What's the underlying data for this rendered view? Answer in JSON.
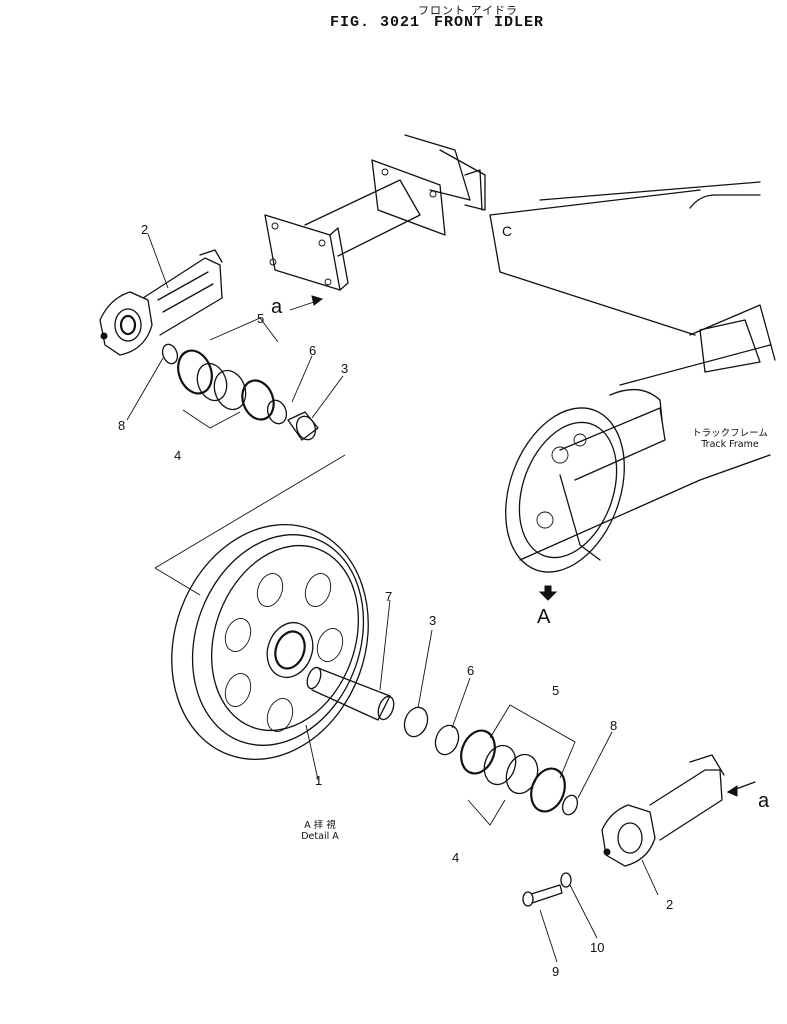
{
  "title": {
    "japanese": "フロント アイドラ",
    "figure": "FIG. 3021",
    "name": "FRONT IDLER"
  },
  "callouts": [
    {
      "id": "c2a",
      "text": "2"
    },
    {
      "id": "c5a",
      "text": "5"
    },
    {
      "id": "c6a",
      "text": "6"
    },
    {
      "id": "c3a",
      "text": "3"
    },
    {
      "id": "c8a",
      "text": "8"
    },
    {
      "id": "c4a",
      "text": "4"
    },
    {
      "id": "c7",
      "text": "7"
    },
    {
      "id": "c3b",
      "text": "3"
    },
    {
      "id": "c6b",
      "text": "6"
    },
    {
      "id": "c5b",
      "text": "5"
    },
    {
      "id": "c8b",
      "text": "8"
    },
    {
      "id": "c1",
      "text": "1"
    },
    {
      "id": "c4b",
      "text": "4"
    },
    {
      "id": "c2b",
      "text": "2"
    },
    {
      "id": "c9",
      "text": "9"
    },
    {
      "id": "c10",
      "text": "10"
    }
  ],
  "markers": {
    "a_left": "a",
    "a_right": "a",
    "view_A": "A",
    "frame_c": "C"
  },
  "notes": {
    "track_frame_jp": "トラックフレーム",
    "track_frame_en": "Track Frame",
    "detail_jp": "A 拝 視",
    "detail_en": "Detail A"
  }
}
